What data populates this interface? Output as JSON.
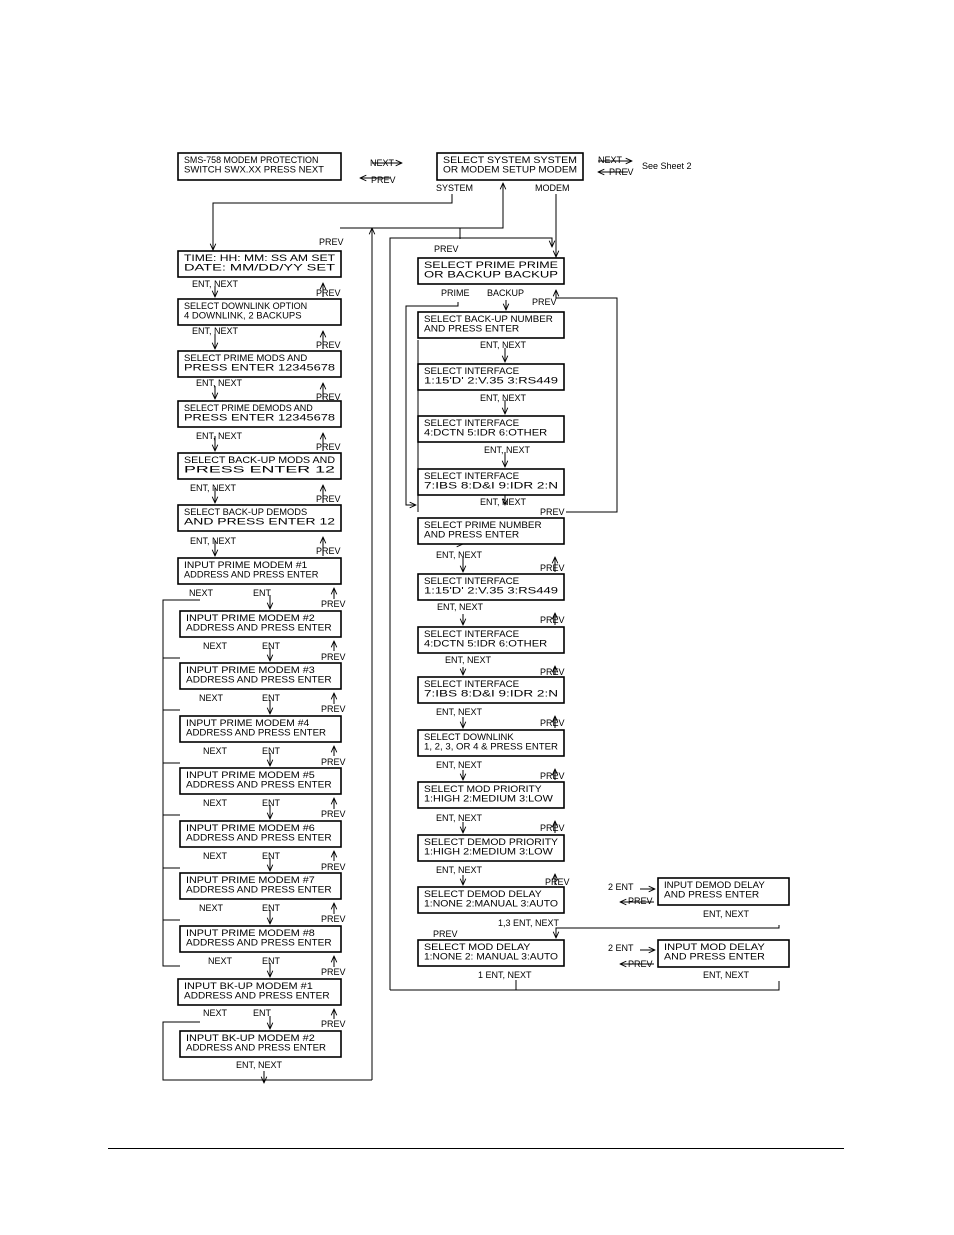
{
  "boxes": {
    "b_title": [
      "SMS-758 MODEM PROTECTION",
      "SWITCH SWX.XX  PRESS NEXT"
    ],
    "b_sysmod": [
      "SELECT SYSTEM          SYSTEM",
      "OR MODEM SETUP       MODEM"
    ],
    "b_time": [
      "TIME:   HH:    MM:    SS  AM   SET",
      "DATE:   MM/DD/YY                  SET"
    ],
    "b_dl": [
      "SELECT DOWNLINK OPTION",
      "4 DOWNLINK, 2 BACKUPS"
    ],
    "b_pmods": [
      "SELECT PRIME MODS  AND",
      "PRESS  ENTER          12345678"
    ],
    "b_pdemods": [
      "SELECT PRIME DEMODS AND",
      "PRESS ENTER           12345678"
    ],
    "b_bmods": [
      "SELECT  BACK-UP  MODS    AND",
      "PRESS   ENTER              12"
    ],
    "b_bdemods": [
      "SELECT BACK-UP  DEMODS",
      "AND PRESS  ENTER           12"
    ],
    "b_pm1": [
      "INPUT PRIME  MODEM  #1",
      "ADDRESS AND  PRESS ENTER"
    ],
    "b_pm2": [
      "INPUT  PRIME  MODEM  #2",
      "ADDRESS  AND  PRESS  ENTER"
    ],
    "b_pm3": [
      "INPUT  PRIME  MODEM  #3",
      "ADDRESS  AND  PRESS  ENTER"
    ],
    "b_pm4": [
      "INPUT PRIME  MODEM  #4",
      "ADDRESS  AND PRESS  ENTER"
    ],
    "b_pm5": [
      "INPUT  PRIME  MODEM  #5",
      "ADDRESS  AND  PRESS  ENTER"
    ],
    "b_pm6": [
      "INPUT  PRIME  MODEM  #6",
      "ADDRESS  AND  PRESS  ENTER"
    ],
    "b_pm7": [
      "INPUT  PRIME  MODEM  #7",
      "ADDRESS  AND  PRESS  ENTER"
    ],
    "b_pm8": [
      "INPUT  PRIME  MODEM  #8",
      "ADDRESS  AND  PRESS  ENTER"
    ],
    "b_bk1": [
      "INPUT  BK-UP  MODEM  #1",
      "ADDRESS  AND  PRESS  ENTER"
    ],
    "b_bk2": [
      "INPUT  BK-UP  MODEM  #2",
      "ADDRESS   AND PRESS ENTER"
    ],
    "b_pb": [
      "SELECT  PRIME              PRIME",
      "OR  BACKUP                BACKUP"
    ],
    "b_bnum": [
      "SELECT  BACK-UP  NUMBER",
      "AND  PRESS  ENTER"
    ],
    "b_bif1": [
      "SELECT  INTERFACE",
      "1:15'D'  2:V.35  3:RS449"
    ],
    "b_bif2": [
      "SELECT  INTERFACE",
      "4:DCTN  5:IDR  6:OTHER"
    ],
    "b_bif3": [
      "SELECT  INTERFACE",
      "7:IBS  8:D&I  9:IDR  2:N"
    ],
    "b_pnum": [
      "SELECT  PRIME  NUMBER",
      "AND  PRESS  ENTER"
    ],
    "b_pif1": [
      "SELECT  INTERFACE",
      "1:15'D'  2:V.35  3:RS449"
    ],
    "b_pif2": [
      "SELECT  INTERFACE",
      "4:DCTN  5:IDR  6:OTHER"
    ],
    "b_pif3": [
      "SELECT  INTERFACE",
      "7:IBS  8:D&I  9:IDR  2:N"
    ],
    "b_sdl": [
      "SELECT  DOWNLINK",
      "1, 2, 3, OR  4 &  PRESS   ENTER"
    ],
    "b_modpri": [
      "SELECT  MOD  PRIORITY",
      "1:HIGH  2:MEDIUM  3:LOW"
    ],
    "b_dempri": [
      "SELECT  DEMOD   PRIORITY",
      "1:HIGH  2:MEDIUM  3:LOW"
    ],
    "b_demdly": [
      "SELECT   DEMOD  DELAY",
      "1:NONE   2:MANUAL  3:AUTO"
    ],
    "b_moddly": [
      "SELECT   MOD  DELAY",
      "1:NONE  2:   MANUAL  3:AUTO"
    ],
    "b_idemdly": [
      "INPUT DEMOD  DELAY",
      "AND  PRESS  ENTER"
    ],
    "b_imoddly": [
      "INPUT  MOD   DELAY",
      "AND  PRESS   ENTER"
    ]
  },
  "labels": {
    "next1": "NEXT",
    "prev1": "PREV",
    "next2": "NEXT",
    "prev2": "PREV",
    "see_sheet": "See Sheet 2",
    "system": "SYSTEM",
    "modem": "MODEM",
    "prev_top_left": "PREV",
    "prev_top_right": "PREV",
    "prime": "PRIME",
    "backup": "BACKUP",
    "prev_pb": "PREV",
    "ent_next": "ENT,  NEXT",
    "prev": "PREV",
    "next": "NEXT",
    "ent": "ENT",
    "two_ent": "2  ENT",
    "one_three_ent_next": "1,3    ENT,  NEXT",
    "one_ent_next": "1   ENT,  NEXT"
  }
}
